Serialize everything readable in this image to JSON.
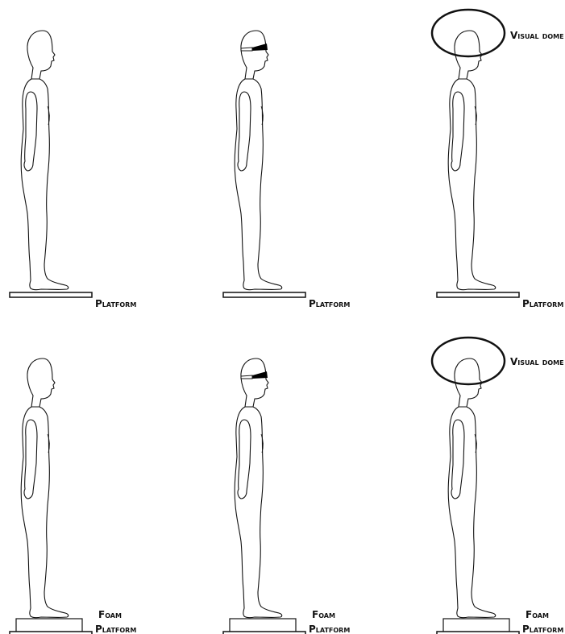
{
  "labels": {
    "platform": "Platform",
    "foam": "Foam",
    "visual_dome": "Visual dome"
  },
  "conditions": [
    {
      "row": 1,
      "col": 1,
      "vision": "eyes-open",
      "surface": "platform"
    },
    {
      "row": 1,
      "col": 2,
      "vision": "blindfolded",
      "surface": "platform"
    },
    {
      "row": 1,
      "col": 3,
      "vision": "visual-dome",
      "surface": "platform"
    },
    {
      "row": 2,
      "col": 1,
      "vision": "eyes-open",
      "surface": "foam-on-platform"
    },
    {
      "row": 2,
      "col": 2,
      "vision": "blindfolded",
      "surface": "foam-on-platform"
    },
    {
      "row": 2,
      "col": 3,
      "vision": "visual-dome",
      "surface": "foam-on-platform"
    }
  ],
  "colors": {
    "line": "#111111",
    "background": "#ffffff",
    "blindfold": "#000000"
  },
  "icons": [
    "standing-person-icon",
    "blindfold-icon",
    "visual-dome-icon",
    "platform-icon",
    "foam-pad-icon"
  ]
}
